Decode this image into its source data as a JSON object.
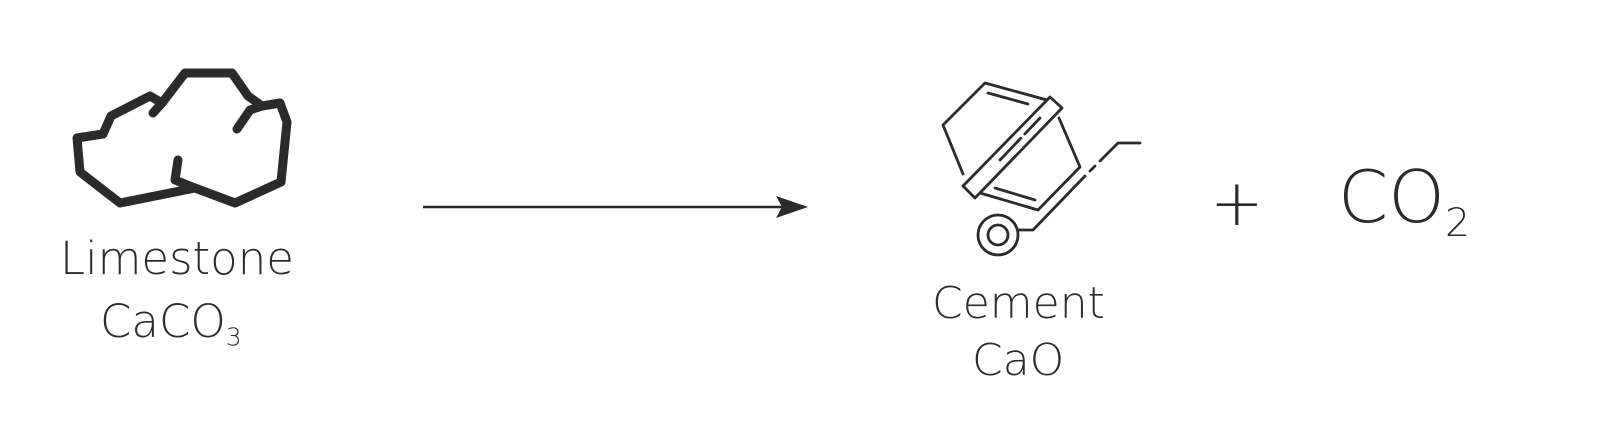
{
  "reactant": {
    "name": "Limestone",
    "formula_main": "CaCO",
    "formula_sub": "3"
  },
  "product": {
    "name": "Cement",
    "formula": "CaO"
  },
  "plus": "+",
  "byproduct": {
    "formula_main": "CO",
    "formula_sub": "2"
  },
  "colors": {
    "ink": "#2b2b2b",
    "background": "#ffffff"
  }
}
